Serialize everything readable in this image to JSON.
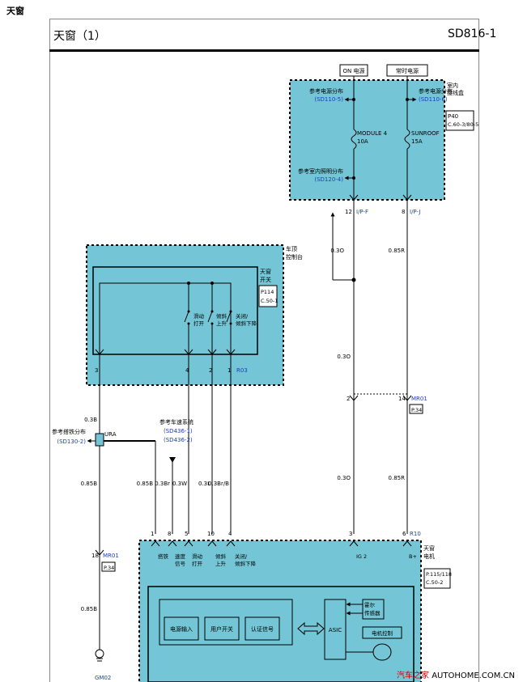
{
  "page": {
    "top_caption": "天窗",
    "title": "天窗（1）",
    "code": "SD816-1",
    "watermark_cn": "汽车之家",
    "watermark_url": "AUTOHOME.COM.CN"
  },
  "fuse_box": {
    "label": [
      "室内",
      "接线盒"
    ],
    "power_on": "ON 电源",
    "power_always": "常时电源",
    "ref_power_left": [
      "参考电源分布",
      "(SD110-5)"
    ],
    "ref_power_right": [
      "参考电源分布",
      "(SD110-6)"
    ],
    "fuse_left": [
      "MODULE 4",
      "10A"
    ],
    "fuse_right": [
      "SUNROOF",
      "15A"
    ],
    "ref_lighting": [
      "参考室内照明分布",
      "(SD120-4)"
    ],
    "ref_box": [
      "P40",
      "C.60-3/80-5"
    ],
    "pin_left": "12",
    "conn_left": "I/P-F",
    "pin_right": "8",
    "conn_right": "I/P-J"
  },
  "roof_console": {
    "label": [
      "车顶",
      "控制台"
    ],
    "switch_label": [
      "天窗",
      "开关"
    ],
    "ref_box": [
      "P114",
      "C.50-1"
    ],
    "sw1": [
      "滑动",
      "打开"
    ],
    "sw2": [
      "倾斜",
      "上升"
    ],
    "sw3": [
      "关闭/",
      "倾斜下降"
    ],
    "pins": [
      "3",
      "4",
      "2",
      "1"
    ],
    "conn": "R03"
  },
  "wires": {
    "w1": "0.3O",
    "w2": "0.85R",
    "w3": "0.3O",
    "w4": "0.3O",
    "w5": "0.85R",
    "w6": "0.3B",
    "w7": "0.85B",
    "w8": "0.85B",
    "w9": "0.3Br",
    "w10": "0.3W",
    "w11": "0.3L",
    "w12": "0.3Br/B",
    "w13": "0.85B"
  },
  "connectors": {
    "mr01_pin_a": "2",
    "mr01_pin_b": "14",
    "mr01": "MR01",
    "mr01_ref": "P.34",
    "ground_ref": [
      "参考搭铁分布",
      "(SD130-2)"
    ],
    "splice": "URA",
    "speed_ref": [
      "参考车速系统",
      "(SD436-1)",
      "(SD436-2)"
    ],
    "mr01_left_pin": "18",
    "mr01_left": "MR01",
    "mr01_left_ref": "P.34",
    "ground": "GM02"
  },
  "motor": {
    "label": [
      "天窗",
      "电机"
    ],
    "conn": "R10",
    "pins": [
      "1",
      "8",
      "5",
      "10",
      "4",
      "3",
      "6"
    ],
    "pin_labels": [
      "搭铁",
      "速度\n信号",
      "滑动\n打开",
      "倾斜\n上升",
      "关闭/\n倾斜下降",
      "IG 2",
      "B+"
    ],
    "ref_box": [
      "P.115/118",
      "C.50-2"
    ],
    "block1": "电源输入",
    "block2": "用户开关",
    "block3": "认证信号",
    "asic": "ASIC",
    "hall": [
      "霍尔",
      "传感器"
    ],
    "motor_ctrl": "电机控制"
  }
}
